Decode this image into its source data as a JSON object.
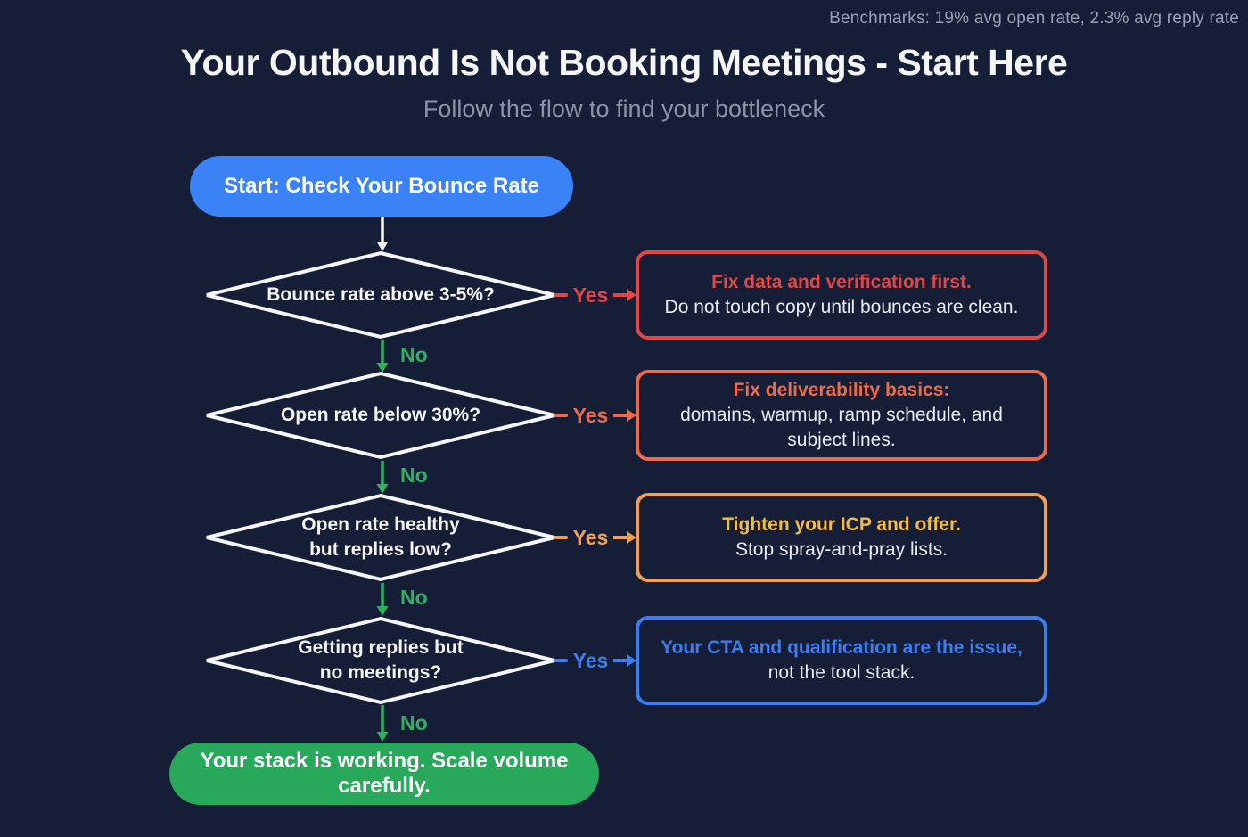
{
  "benchmarks_note": "Benchmarks: 19% avg open rate, 2.3% avg reply rate",
  "header": {
    "title": "Your Outbound Is Not Booking Meetings - Start Here",
    "subtitle": "Follow the flow to find your bottleneck"
  },
  "flow": {
    "start_label": "Start: Check Your Bounce Rate",
    "end_label": "Your stack is working. Scale volume carefully.",
    "rows": [
      {
        "question": "Bounce rate above 3-5%?",
        "yes_label": "Yes",
        "no_label": "No",
        "accent": "#e24646",
        "result_title": "Fix data and verification first.",
        "result_body": "Do not touch copy until bounces are clean."
      },
      {
        "question": "Open rate below 30%?",
        "yes_label": "Yes",
        "no_label": "No",
        "accent": "#ed6b4a",
        "result_title": "Fix deliverability basics:",
        "result_body": "domains, warmup, ramp schedule, and subject lines."
      },
      {
        "question": "Open rate healthy\nbut replies low?",
        "yes_label": "Yes",
        "no_label": "No",
        "accent": "#f2a04e",
        "result_title_color": "#f2bc43",
        "result_title": "Tighten your ICP and offer.",
        "result_body": "Stop spray-and-pray lists."
      },
      {
        "question": "Getting replies but\nno meetings?",
        "yes_label": "Yes",
        "no_label": "No",
        "accent": "#3c7ef0",
        "result_title": "Your CTA and qualification are the issue,",
        "result_body": "not the tool stack."
      }
    ],
    "colors": {
      "background": "#161e37",
      "start_node": "#3b82f6",
      "end_node": "#27a85a",
      "no_branch_green": "#2eb15f",
      "diamond_stroke": "#f5f6f8"
    }
  }
}
